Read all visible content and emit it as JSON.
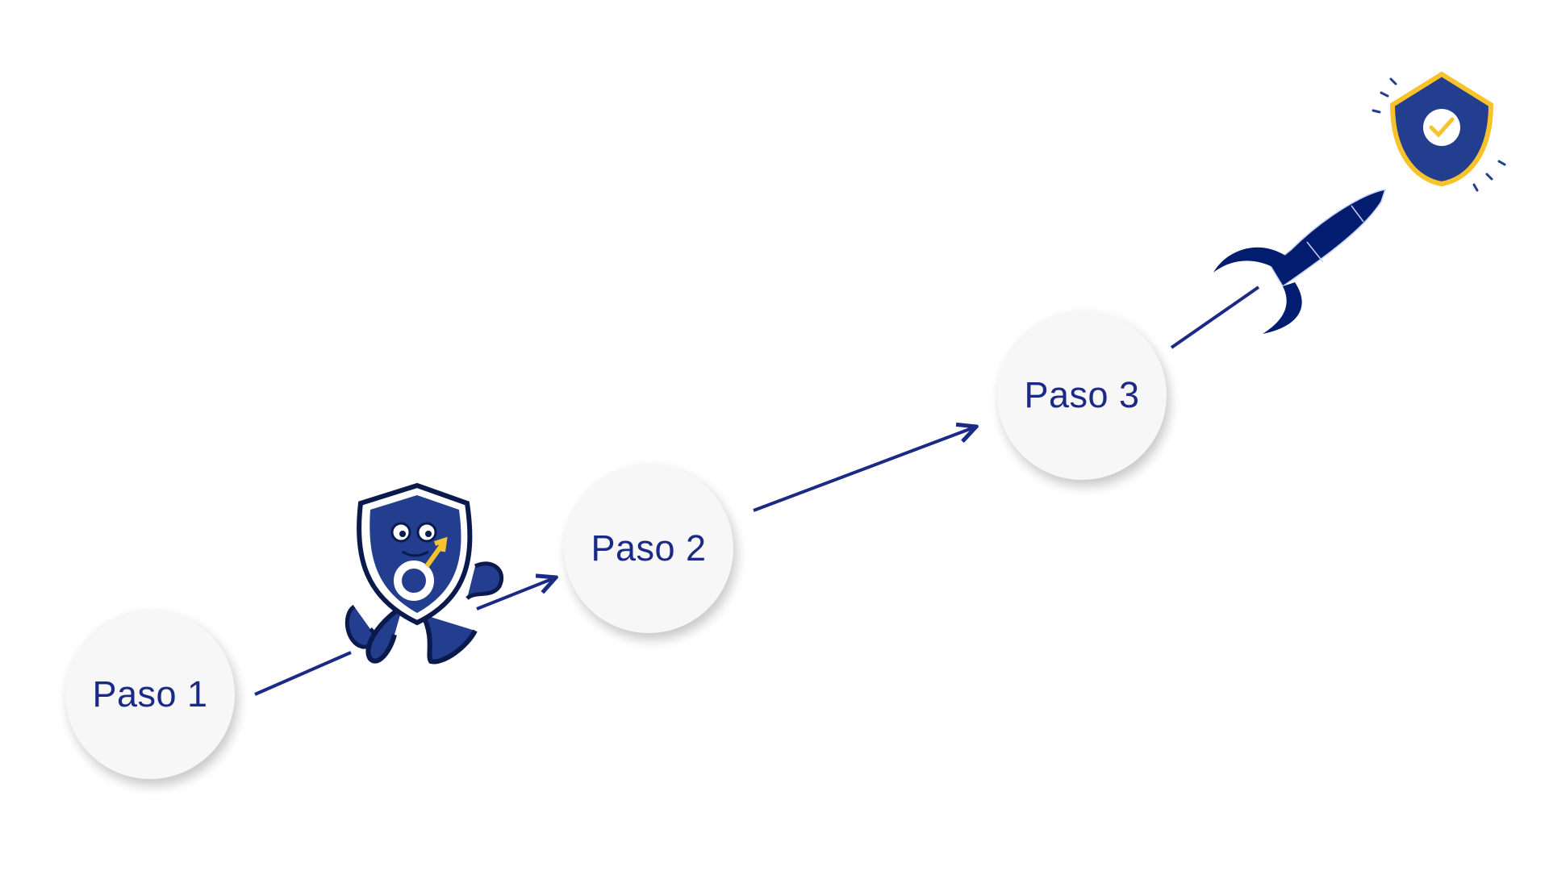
{
  "steps": [
    {
      "label": "Paso 1"
    },
    {
      "label": "Paso 2"
    },
    {
      "label": "Paso 3"
    }
  ],
  "colors": {
    "navy": "#1b2a85",
    "shield_blue": "#233e8e",
    "rocket_blue": "#021c6f",
    "gold": "#f8c22a",
    "circle_fill": "#f7f7f7"
  },
  "icons": [
    "mascot-shield-running",
    "rocket",
    "shield-check"
  ]
}
